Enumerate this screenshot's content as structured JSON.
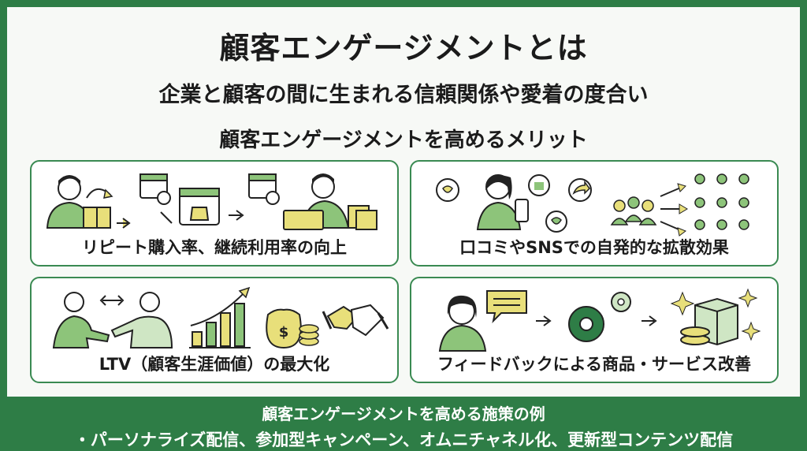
{
  "title": "顧客エンゲージメントとは",
  "subtitle": "企業と顧客の間に生まれる信頼関係や愛着の度合い",
  "section_heading": "顧客エンゲージメントを高めるメリット",
  "cards": [
    {
      "caption": "リピート購入率、継続利用率の向上",
      "icons": [
        "person-holding-gift-icon",
        "calendar-icon",
        "shopping-bag-icon",
        "laptop-shopper-icon"
      ]
    },
    {
      "caption": "口コミやSNSでの自発的な拡散効果",
      "icons": [
        "smartphone-user-icon",
        "like-bubble-icon",
        "share-arrow-icon",
        "crowd-icon"
      ]
    },
    {
      "caption": "LTV（顧客生涯価値）の最大化",
      "icons": [
        "handshake-people-icon",
        "growth-chart-icon",
        "money-bag-icon",
        "handshake-icon"
      ]
    },
    {
      "caption": "フィードバックによる商品・サービス改善",
      "icons": [
        "speaking-person-icon",
        "gear-icon",
        "product-box-icon"
      ]
    }
  ],
  "footer": {
    "heading": "顧客エンゲージメントを高める施策の例",
    "examples": "・パーソナライズ配信、参加型キャンペーン、オムニチャネル化、更新型コンテンツ配信"
  },
  "colors": {
    "brand_green": "#2e7d46",
    "accent_yellow": "#e8df7a",
    "light_green": "#cfe6c4"
  }
}
